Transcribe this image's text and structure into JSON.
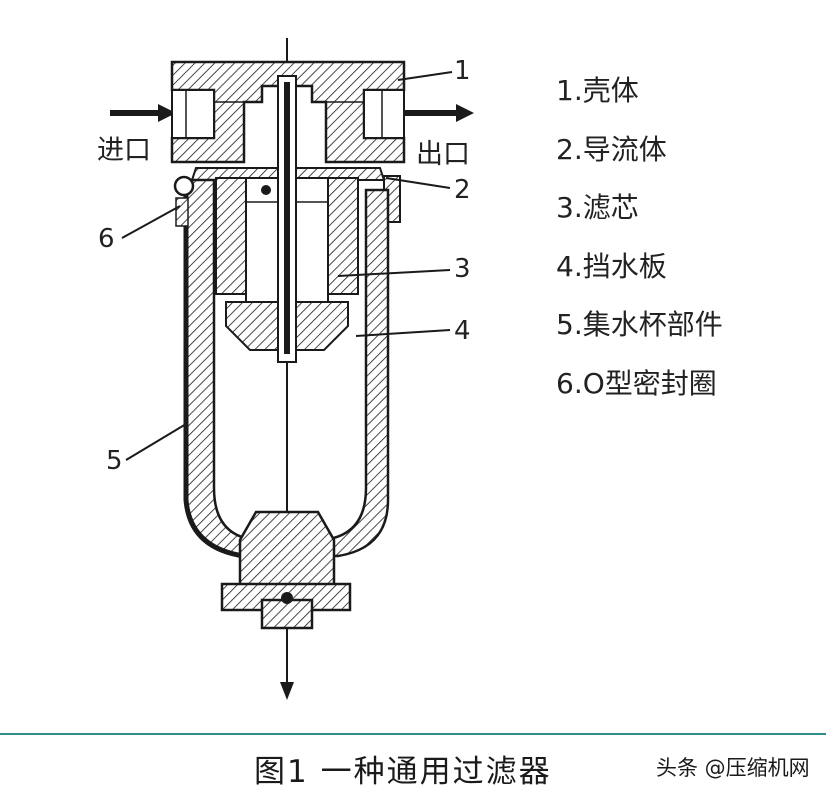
{
  "diagram": {
    "ports": {
      "inlet": "进口",
      "outlet": "出口"
    },
    "callouts": [
      "1",
      "2",
      "3",
      "4",
      "5",
      "6"
    ],
    "legend": [
      "1.壳体",
      "2.导流体",
      "3.滤芯",
      "4.挡水板",
      "5.集水杯部件",
      "6.O型密封圈"
    ]
  },
  "caption": "图1 一种通用过滤器",
  "watermark": "头条 @压缩机网",
  "colors": {
    "line": "#1a1a1a",
    "rule": "#2f8f88",
    "background": "#ffffff"
  }
}
